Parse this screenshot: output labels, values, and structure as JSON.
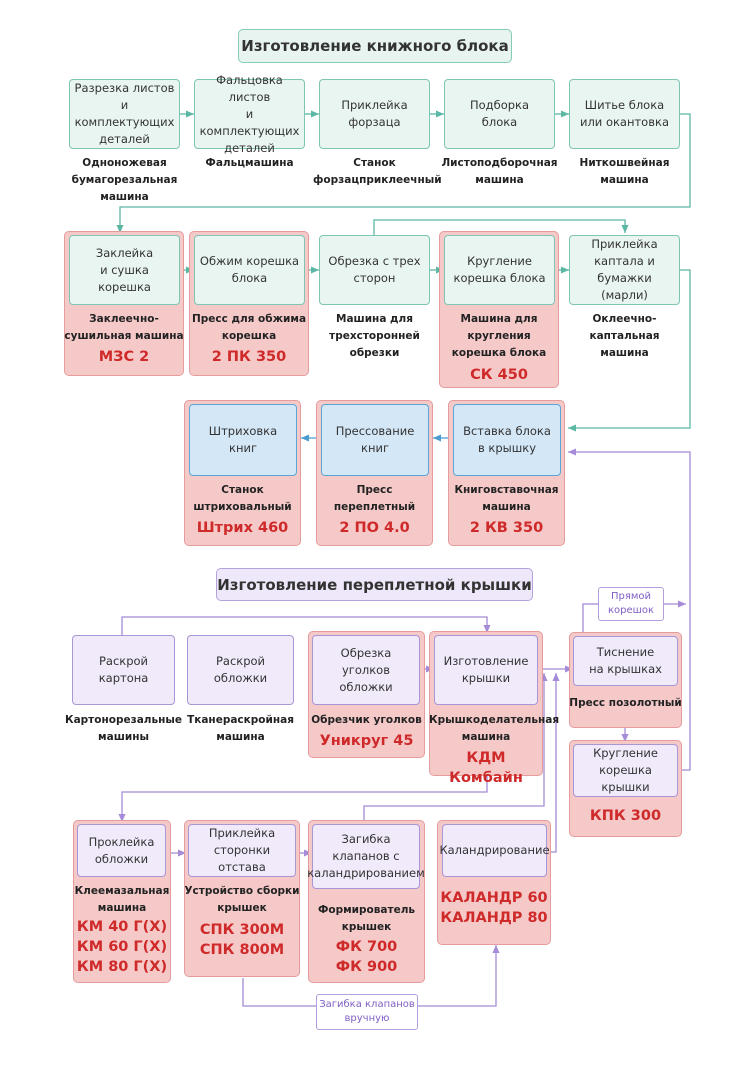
{
  "sections": {
    "block_title": "Изготовление книжного блока",
    "cover_title": "Изготовление переплетной крышки"
  },
  "block": {
    "s1": {
      "label": "Разрезка листов\nи комплектующих\nдеталей",
      "machine": "Одноножевая\nбумагорезальная\nмашина"
    },
    "s2": {
      "label": "Фальцовка листов\nи комплектующих\nдеталей",
      "machine": "Фальцмашина"
    },
    "s3": {
      "label": "Приклейка\nфорзаца",
      "machine": "Станок\nфорзацприклеечный"
    },
    "s4": {
      "label": "Подборка\nблока",
      "machine": "Листоподборочная\nмашина"
    },
    "s5": {
      "label": "Шитье блока\nили окантовка",
      "machine": "Ниткошвейная\nмашина"
    },
    "s6": {
      "label": "Заклейка\nи сушка корешка",
      "machine": "Заклеечно-\nсушильная машина",
      "model": "МЗС 2"
    },
    "s7": {
      "label": "Обжим корешка\nблока",
      "machine": "Пресс для обжима\nкорешка",
      "model": "2 ПК 350"
    },
    "s8": {
      "label": "Обрезка с трех\nсторон",
      "machine": "Машина для\nтрехсторонней\nобрезки"
    },
    "s9": {
      "label": "Кругление\nкорешка блока",
      "machine": "Машина для\nкругления\nкорешка блока",
      "model": "СК 450"
    },
    "s10": {
      "label": "Приклейка\nкаптала и бумажки\n(марли)",
      "machine": "Оклеечно-\nкаптальная\nмашина"
    },
    "s11": {
      "label": "Вставка блока\nв крышку",
      "machine": "Книговставочная\nмашина",
      "model": "2 КВ 350"
    },
    "s12": {
      "label": "Прессование книг",
      "machine": "Пресс\nпереплетный",
      "model": "2 ПО 4.0"
    },
    "s13": {
      "label": "Штриховка книг",
      "machine": "Станок\nштриховальный",
      "model": "Штрих 460"
    }
  },
  "cover": {
    "c1": {
      "label": "Раскрой картона",
      "machine": "Картонорезальные\nмашины"
    },
    "c2": {
      "label": "Раскрой обложки",
      "machine": "Тканераскройная\nмашина"
    },
    "c3": {
      "label": "Обрезка уголков\nобложки",
      "machine": "Обрезчик уголков",
      "model": "Уникруг 45"
    },
    "c4": {
      "label": "Изготовление\nкрышки",
      "machine": "Крышкоделательная\nмашина",
      "model": "КДМ Комбайн"
    },
    "c5": {
      "label": "Тиснение\nна крышках",
      "machine": "Пресс позолотный"
    },
    "c6": {
      "label": "Кругление\nкорешка крышки",
      "model": "КПК 300"
    },
    "c7": {
      "label": "Проклейка\nобложки",
      "machine": "Клеемазальная\nмашина",
      "model": "КМ 40 Г(Х)\nКМ 60 Г(Х)\nКМ 80 Г(Х)"
    },
    "c8": {
      "label": "Приклейка\nсторонки отстава",
      "machine": "Устройство сборки\nкрышек",
      "model": "СПК 300М\nСПК 800М"
    },
    "c9": {
      "label": "Загибка\nклапанов с\nкаландрированием",
      "machine": "Формирователь\nкрышек",
      "model": "ФК 700\nФК 900"
    },
    "c10": {
      "label": "Каландрирование",
      "model": "КАЛАНДР 60\nКАЛАНДР 80"
    }
  },
  "notes": {
    "straight_spine": "Прямой\nкорешок",
    "manual_fold": "Загибка клапанов\nвручную"
  },
  "colors": {
    "teal": "#5bb8a4",
    "blue": "#5aa7d6",
    "purple": "#a58bd8",
    "red": "#cf2a2a",
    "group": "#f6c9c9"
  }
}
